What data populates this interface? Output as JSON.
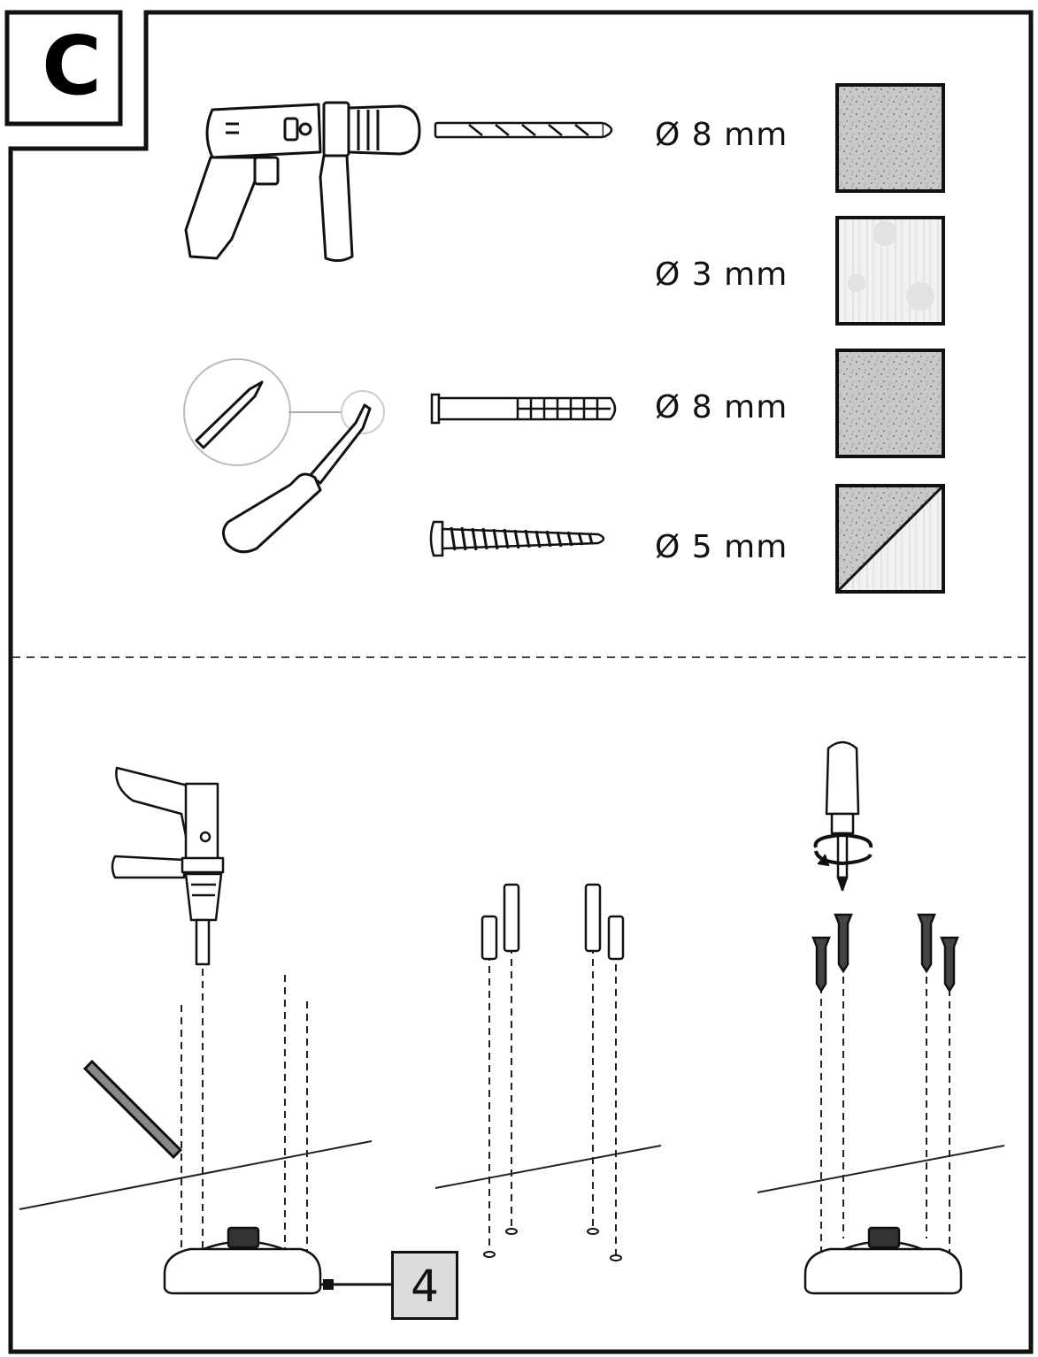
{
  "step_letter": "C",
  "specs": [
    {
      "label": "Ø 8 mm",
      "material": "concrete"
    },
    {
      "label": "Ø 3 mm",
      "material": "wood"
    },
    {
      "label": "Ø 8 mm",
      "material": "concrete"
    },
    {
      "label": "Ø 5 mm",
      "material": "mixed"
    }
  ],
  "part_number": "4",
  "colors": {
    "ink": "#111111",
    "swatch_concrete": "#c8c8c8",
    "swatch_wood": "#efefef",
    "callout_fill": "#dcdcdc"
  }
}
